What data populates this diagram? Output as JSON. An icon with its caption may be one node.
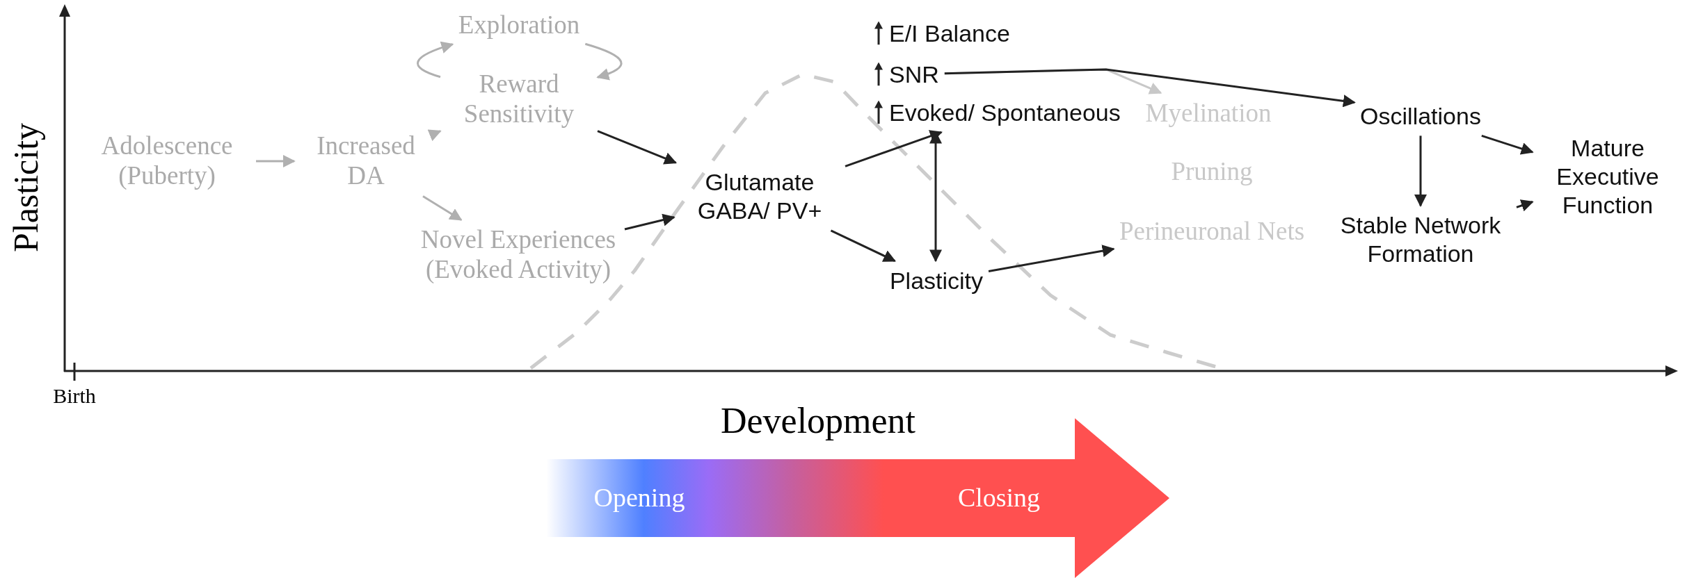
{
  "diagram": {
    "nodes": [
      {
        "text": [
          "Adolescence (Puberty)"
        ]
      },
      {
        "text": [
          "Increased DA"
        ]
      },
      {
        "text": [
          "Exploration"
        ]
      },
      {
        "text": [
          "Reward Sensitivity"
        ]
      },
      {
        "text": [
          "Novel Experiences (Evoked Activity)"
        ]
      },
      {
        "text": [
          "Glutamate GABA/ PV+"
        ]
      },
      {
        "text": [
          "E/I Balance"
        ]
      },
      {
        "text": [
          "SNR"
        ]
      },
      {
        "text": [
          "Evoked/ Spontaneous"
        ]
      },
      {
        "text": [
          "Plasticity"
        ]
      },
      {
        "text": [
          "Myelination"
        ]
      },
      {
        "text": [
          "Pruning"
        ]
      },
      {
        "text": [
          "Perineuronal Nets"
        ]
      },
      {
        "text": [
          "Oscillations"
        ]
      },
      {
        "text": [
          "Stable Network Formation"
        ]
      },
      {
        "text": [
          "Mature Executive Function"
        ]
      },
      {
        "text": [
          "Opening",
          "Closing"
        ]
      }
    ],
    "edges": [
      {
        "from": 0,
        "to": 1,
        "arrow": "to",
        "color": "#b0b0b0"
      },
      {
        "from": 1,
        "to": 3,
        "arrow": "to",
        "color": "#b0b0b0"
      },
      {
        "from": 1,
        "to": 4,
        "arrow": "to",
        "color": "#b0b0b0"
      },
      {
        "from": 3,
        "to": 2,
        "arrow": "to",
        "color": "#b0b0b0"
      },
      {
        "from": 2,
        "to": 3,
        "arrow": "to",
        "color": "#b0b0b0"
      },
      {
        "from": 3,
        "to": 5,
        "arrow": "to"
      },
      {
        "from": 4,
        "to": 5,
        "arrow": "to"
      },
      {
        "from": 5,
        "to": 8,
        "arrow": "to"
      },
      {
        "from": 5,
        "to": 9,
        "arrow": "to"
      },
      {
        "from": 8,
        "to": 9,
        "arrow": "both"
      },
      {
        "from": 9,
        "to": 12,
        "arrow": "to"
      },
      {
        "from": 7,
        "to": 10,
        "arrow": "to",
        "color": "#c8c8c8"
      },
      {
        "from": 7,
        "to": 13,
        "arrow": "to"
      },
      {
        "from": 13,
        "to": 14,
        "arrow": "to"
      },
      {
        "from": 13,
        "to": 15,
        "arrow": "to"
      },
      {
        "from": 14,
        "to": 15,
        "arrow": "to"
      }
    ],
    "labels": [
      "Plasticity",
      "Birth",
      "Development"
    ]
  }
}
